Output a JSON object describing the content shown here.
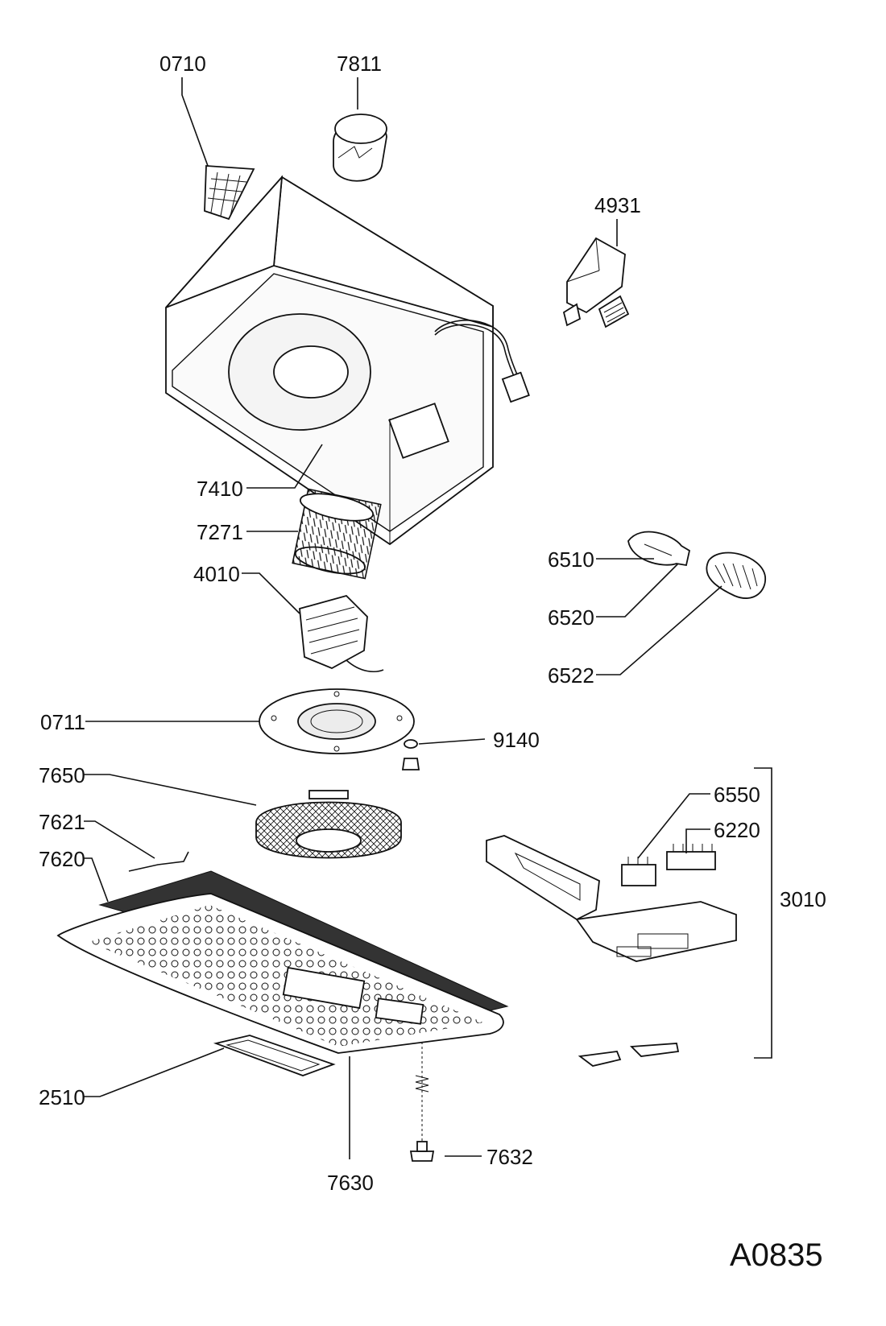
{
  "diagram": {
    "code": "A0835",
    "parts": [
      {
        "id": "p0710",
        "label": "0710"
      },
      {
        "id": "p7811",
        "label": "7811"
      },
      {
        "id": "p4931",
        "label": "4931"
      },
      {
        "id": "p7410",
        "label": "7410"
      },
      {
        "id": "p7271",
        "label": "7271"
      },
      {
        "id": "p4010",
        "label": "4010"
      },
      {
        "id": "p6510",
        "label": "6510"
      },
      {
        "id": "p6520",
        "label": "6520"
      },
      {
        "id": "p6522",
        "label": "6522"
      },
      {
        "id": "p0711",
        "label": "0711"
      },
      {
        "id": "p9140",
        "label": "9140"
      },
      {
        "id": "p7650",
        "label": "7650"
      },
      {
        "id": "p6550",
        "label": "6550"
      },
      {
        "id": "p6220",
        "label": "6220"
      },
      {
        "id": "p7621",
        "label": "7621"
      },
      {
        "id": "p7620",
        "label": "7620"
      },
      {
        "id": "p3010",
        "label": "3010"
      },
      {
        "id": "p2510",
        "label": "2510"
      },
      {
        "id": "p7630",
        "label": "7630"
      },
      {
        "id": "p7632",
        "label": "7632"
      }
    ]
  }
}
